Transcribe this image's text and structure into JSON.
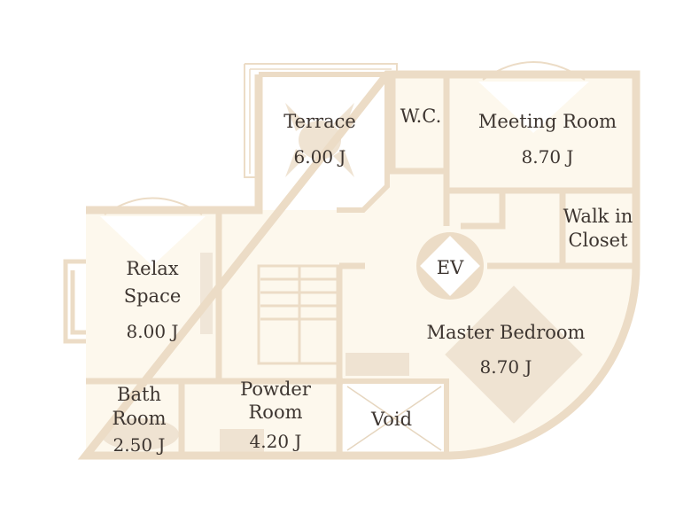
{
  "plan": {
    "colors": {
      "wall": "#ecdcc6",
      "floor": "#fdf8ed",
      "void": "#ffffff",
      "text": "#3d3530"
    },
    "rooms": {
      "terrace": {
        "name": "Terrace",
        "area": "6.00 J"
      },
      "wc": {
        "name": "W.C."
      },
      "meeting_room": {
        "name": "Meeting Room",
        "area": "8.70 J"
      },
      "walk_in_closet": {
        "name_line1": "Walk in",
        "name_line2": "Closet"
      },
      "relax_space": {
        "name_line1": "Relax",
        "name_line2": "Space",
        "area": "8.00 J"
      },
      "ev": {
        "name": "EV"
      },
      "master_bedroom": {
        "name": "Master Bedroom",
        "area": "8.70 J"
      },
      "bath_room": {
        "name_line1": "Bath",
        "name_line2": "Room",
        "area": "2.50 J"
      },
      "powder_room": {
        "name_line1": "Powder",
        "name_line2": "Room",
        "area": "4.20 J"
      },
      "void": {
        "name": "Void"
      }
    }
  }
}
